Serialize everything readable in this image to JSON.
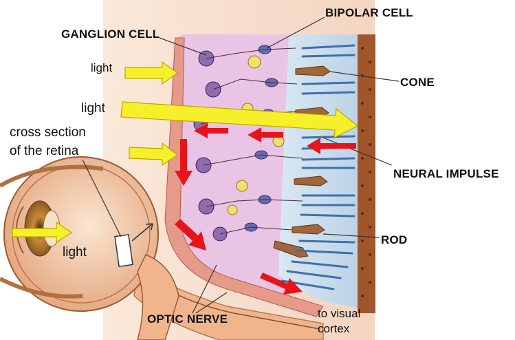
{
  "labels": {
    "ganglion_cell": "GANGLION CELL",
    "bipolar_cell": "BIPOLAR CELL",
    "cone": "CONE",
    "neural_impulse": "NEURAL IMPULSE",
    "rod": "ROD",
    "optic_nerve": "OPTIC NERVE",
    "light_top": "light",
    "light_middle": "light",
    "light_eye": "light",
    "cross_section_line1": "cross section",
    "cross_section_line2": "of the retina",
    "to_visual_line1": "to visual",
    "to_visual_line2": "cortex"
  },
  "colors": {
    "light_arrow": "#f5f02a",
    "light_arrow_outline": "#b8a800",
    "neural_arrow": "#e8141c",
    "tissue": "#f4c8a8",
    "retina_layer": "#e9c4e4",
    "receptor_layer": "#c9ddec",
    "ganglion_cell": "#8e6cae",
    "bipolar_cell": "#6a6ab0",
    "cone": "#a2663a",
    "rod": "#3f6fae",
    "eye_iris": "#c98a3a"
  }
}
